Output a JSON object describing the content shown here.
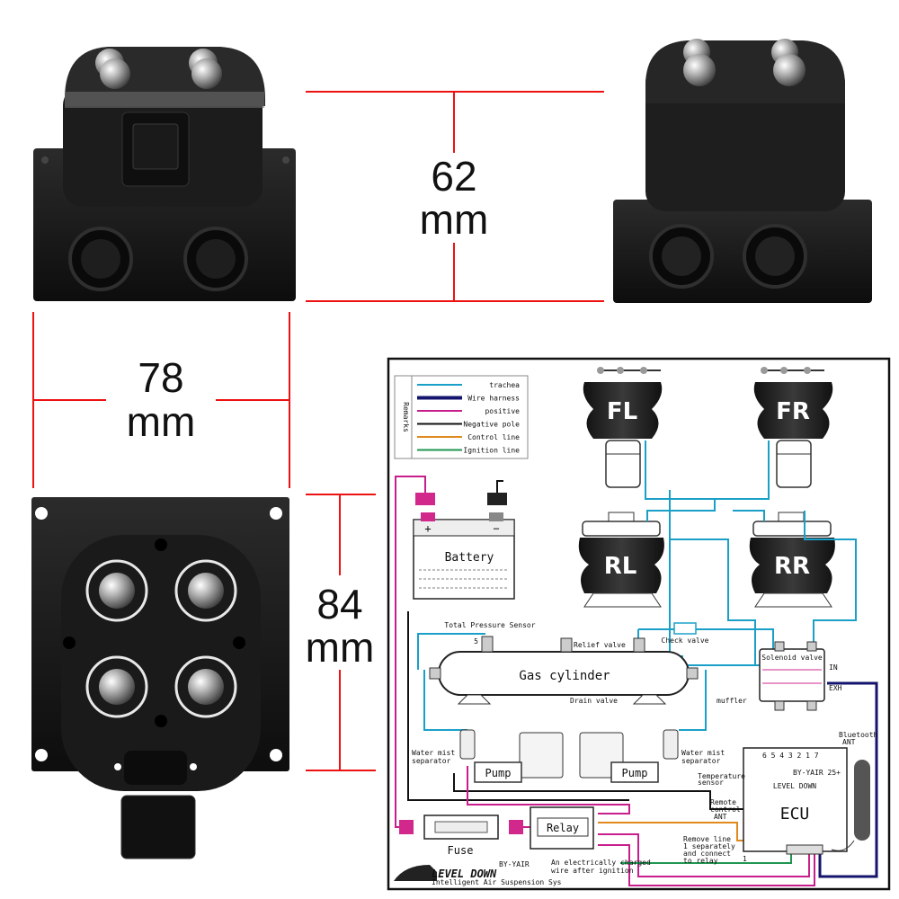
{
  "dimensions": {
    "height": {
      "value": "62",
      "unit": "mm"
    },
    "width": {
      "value": "78",
      "unit": "mm"
    },
    "depth": {
      "value": "84",
      "unit": "mm"
    }
  },
  "legend": {
    "title": "Remarks",
    "items": [
      {
        "label": "trachea",
        "color": "#1aa0c8"
      },
      {
        "label": "Wire harness",
        "color": "#14146e"
      },
      {
        "label": "positive",
        "color": "#c81e8c"
      },
      {
        "label": "Negative pole",
        "color": "#111111"
      },
      {
        "label": "Control line",
        "color": "#e08a1e"
      },
      {
        "label": "Ignition line",
        "color": "#1e9650"
      }
    ]
  },
  "airbags": {
    "fl": "FL",
    "fr": "FR",
    "rl": "RL",
    "rr": "RR"
  },
  "battery": {
    "label": "Battery",
    "plus": "+",
    "minus": "−"
  },
  "components": {
    "gas_cylinder": "Gas cylinder",
    "total_pressure_sensor": "Total Pressure Sensor",
    "sensor_number": "5",
    "relief_valve": "Relief valve",
    "check_valve": "Check valve",
    "drain_valve": "Drain valve",
    "solenoid_valve": "Solenoid valve",
    "in_label": "IN",
    "exh_label": "EXH",
    "muffler": "muffler",
    "water_mist_left": [
      "Water mist",
      "separator"
    ],
    "water_mist_right": [
      "Water mist",
      "separator"
    ],
    "pump": "Pump",
    "relay": "Relay",
    "fuse": "Fuse",
    "ecu": "ECU",
    "ecu_model": "BY-YAIR 25+",
    "ecu_brand": "LEVEL DOWN",
    "ecu_pins": "6 5 4 3 2 1 7",
    "temperature_sensor": [
      "Temperature",
      "sensor"
    ],
    "remote_control": [
      "Remote",
      "control",
      "ANT"
    ],
    "bluetooth": [
      "Bluetooth",
      "ANT"
    ],
    "remove_line": [
      "Remove line",
      "1 separately",
      "and connect",
      "to relay"
    ],
    "line_one": "1",
    "ignition_note": [
      "An electrically charged",
      "wire after ignition"
    ]
  },
  "brand": {
    "name": "LEVEL DOWN",
    "tag": "BY-YAIR",
    "sub": "Intelligent Air Suspension Sys"
  }
}
